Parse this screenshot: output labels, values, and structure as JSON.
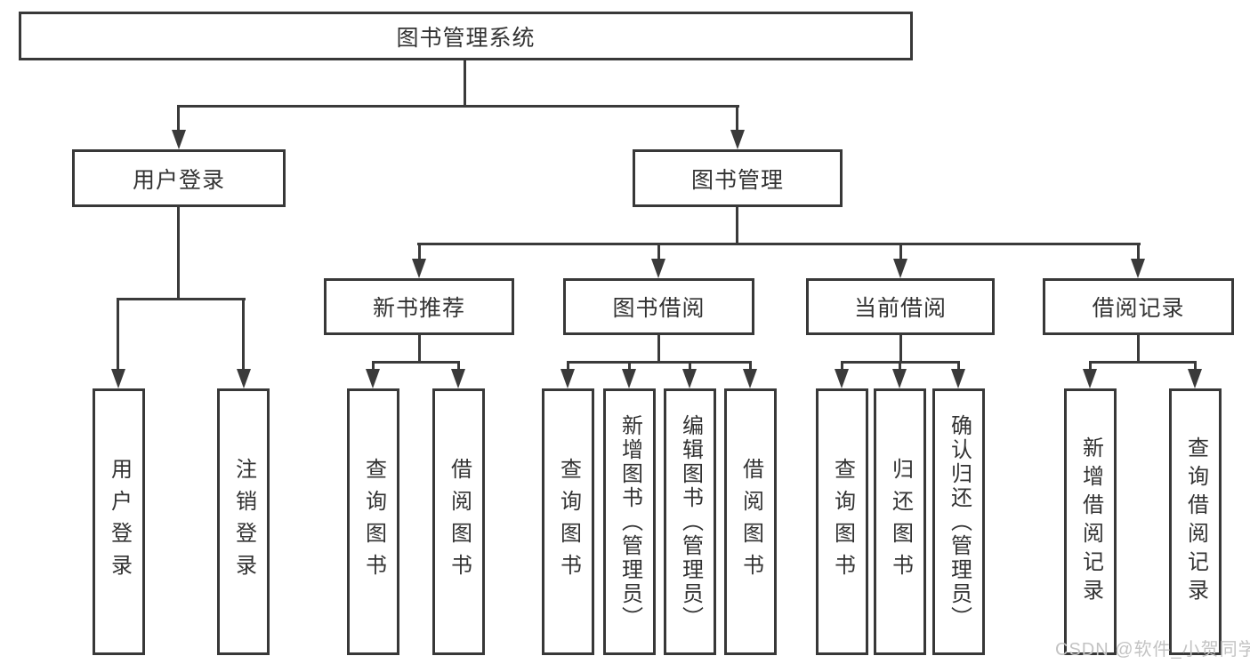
{
  "diagram": {
    "root": "图书管理系统",
    "user_login": {
      "label": "用户登录",
      "leaves": [
        "用户登录",
        "注销登录"
      ]
    },
    "book_mgmt": {
      "label": "图书管理",
      "groups": [
        {
          "label": "新书推荐",
          "leaves": [
            "查询图书",
            "借阅图书"
          ]
        },
        {
          "label": "图书借阅",
          "leaves": [
            "查询图书",
            "新增图书（管理员）",
            "编辑图书（管理员）",
            "借阅图书"
          ]
        },
        {
          "label": "当前借阅",
          "leaves": [
            "查询图书",
            "归还图书",
            "确认归还（管理员）"
          ]
        },
        {
          "label": "借阅记录",
          "leaves": [
            "新增借阅记录",
            "查询借阅记录"
          ]
        }
      ]
    }
  },
  "watermark": "CSDN @软件_小贺同学",
  "colors": {
    "line": "#3a3a3a",
    "border": "#383838",
    "text": "#333333",
    "watermark": "#c3c3c3",
    "background": "#ffffff"
  }
}
